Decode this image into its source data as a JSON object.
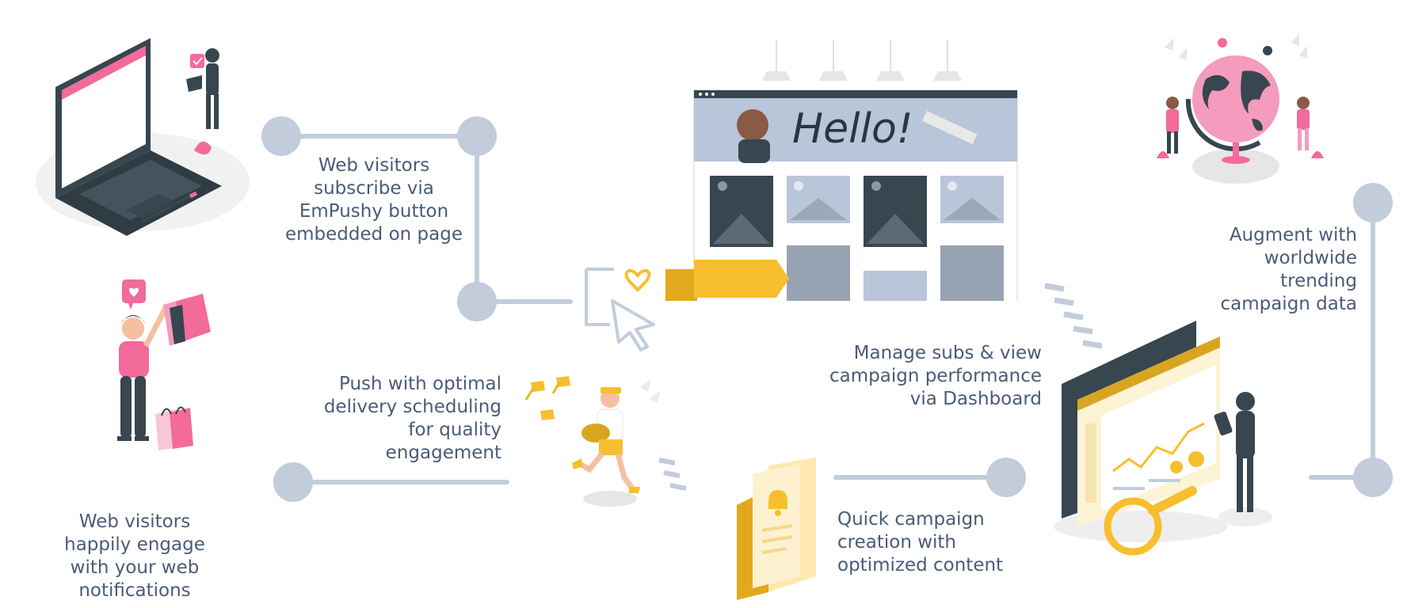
{
  "colors": {
    "connector": "#c2ccdb",
    "node": "#c2ccdb",
    "text": "#4a5b78",
    "pink": "#f26b9a",
    "yellow": "#f7bf2e",
    "dark": "#37464f"
  },
  "illustration": {
    "hello_text": "Hello!"
  },
  "steps": [
    {
      "id": "subscribe",
      "text": "Web visitors\nsubscribe via\nEmPushy button\nembedded on page"
    },
    {
      "id": "dashboard",
      "text": "Manage subs & view\ncampaign performance\nvia Dashboard"
    },
    {
      "id": "trending",
      "text": "Augment with\nworldwide\ntrending\ncampaign data"
    },
    {
      "id": "create",
      "text": "Quick campaign\ncreation with\noptimized content"
    },
    {
      "id": "push",
      "text": "Push with optimal\ndelivery scheduling\nfor quality\nengagement"
    },
    {
      "id": "engage",
      "text": "Web visitors\nhappily engage\nwith your web\nnotifications"
    }
  ],
  "icons": {
    "laptop": "laptop-user-icon",
    "website": "website-hello-icon",
    "cursor": "cursor-heart-icon",
    "globe": "globe-people-icon",
    "dashboard": "dashboard-monitor-icon",
    "document": "notification-document-icon",
    "courier": "courier-runner-icon",
    "shopper": "shopper-bags-icon"
  }
}
